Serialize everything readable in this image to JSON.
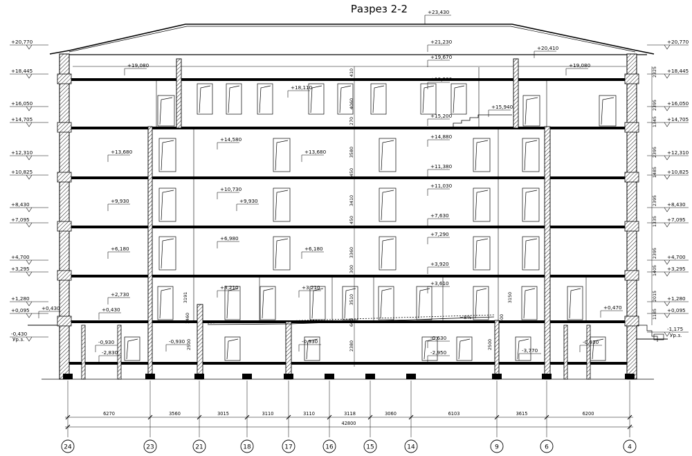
{
  "title": "Разрез 2-2",
  "ridge_mark": "+23,430",
  "left_marks": [
    "+20,770",
    "+18,445",
    "+16,050",
    "+14,705",
    "+12,310",
    "+10,825",
    "+8,430",
    "+7,095",
    "+4,700",
    "+3,295",
    "+1,280",
    "+0,095",
    "-0,430"
  ],
  "right_marks": [
    "+20,770",
    "+18,445",
    "+16,050",
    "+14,705",
    "+12,310",
    "+10,825",
    "+8,430",
    "+7,095",
    "+4,700",
    "+3,295",
    "+1,280",
    "+0,095",
    "-1,175"
  ],
  "ground_label_left": "Ур.з.",
  "ground_label_right": "Ур.з.",
  "interior_marks": {
    "attic": [
      "+21,230",
      "+20,410",
      "+19,670",
      "+19,080",
      "+19,080",
      "+19,260",
      "+18,110",
      "+15,940",
      "+15,200",
      "+14,880"
    ],
    "floor4": [
      "+14,580",
      "+13,680",
      "+13,680",
      "+11,380",
      "+11,030"
    ],
    "floor3": [
      "+10,730",
      "+9,930",
      "+9,930",
      "+7,630",
      "+7,290"
    ],
    "floor2": [
      "+6,980",
      "+6,180",
      "+6,180",
      "+3,920",
      "+3,610"
    ],
    "floor1": [
      "+2,730",
      "+3,210",
      "+3,210",
      "+0,430",
      "+0,470",
      "+0,430"
    ],
    "basement": [
      "-0,930",
      "-0,930",
      "-0,930",
      "-2,830",
      "-0,630",
      "-2,950",
      "-3,770",
      "-0,930"
    ]
  },
  "slope_label": "~8%",
  "left_vertical_dims": [
    "3191",
    "1460",
    "2500"
  ],
  "center_vertical_dims": [
    "410",
    "4060",
    "270",
    "3580",
    "450",
    "3410",
    "450",
    "3360",
    "300",
    "3510",
    "600",
    "2380"
  ],
  "right_vertical_dims": [
    "3150",
    "500",
    "2500"
  ],
  "right_side_dims": [
    "2325",
    "2395",
    "1345",
    "2395",
    "1485",
    "2395",
    "1335",
    "2395",
    "1405",
    "2015",
    "1185"
  ],
  "span_dims": [
    "6270",
    "3560",
    "3015",
    "3110",
    "3110",
    "3118",
    "3060",
    "6103",
    "3615",
    "6200"
  ],
  "total_dim": "42800",
  "axes": [
    "24",
    "23",
    "21",
    "18",
    "17",
    "16",
    "15",
    "14",
    "9",
    "6",
    "4"
  ]
}
